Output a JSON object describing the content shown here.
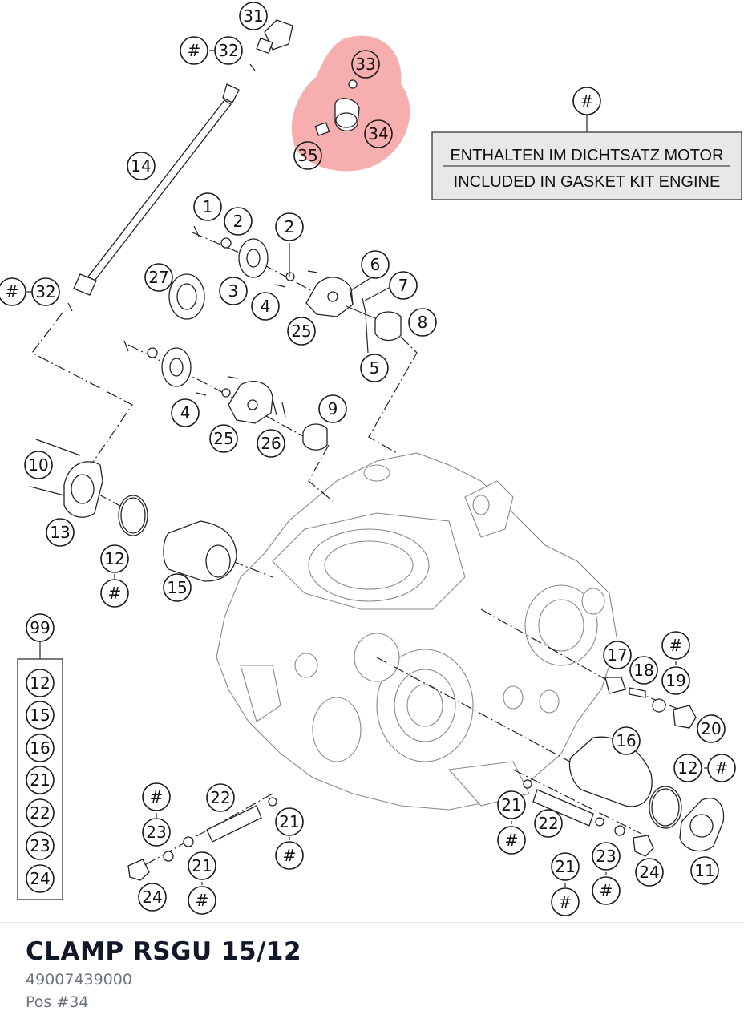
{
  "diagram": {
    "callouts": [
      "31",
      "#",
      "32",
      "33",
      "34",
      "35",
      "14",
      "1",
      "2",
      "2",
      "27",
      "3",
      "4",
      "6",
      "7",
      "8",
      "25",
      "5",
      "#",
      "32",
      "4",
      "9",
      "25",
      "26",
      "10",
      "13",
      "12",
      "#",
      "15",
      "99",
      "12",
      "15",
      "16",
      "21",
      "22",
      "23",
      "24",
      "17",
      "18",
      "#",
      "19",
      "20",
      "16",
      "12",
      "#",
      "#",
      "23",
      "22",
      "21",
      "#",
      "21",
      "22",
      "21",
      "#",
      "23",
      "24",
      "21",
      "#",
      "#",
      "24",
      "11"
    ],
    "highlighted": [
      "33",
      "34",
      "35"
    ],
    "highlight_color": "#f28b8b"
  },
  "gasket_note": {
    "callout": "#",
    "line1": "ENTHALTEN IM DICHTSATZ MOTOR",
    "line2": "INCLUDED IN GASKET KIT ENGINE"
  },
  "footer": {
    "title": "CLAMP RSGU 15/12",
    "part_number": "49007439000",
    "position": "Pos #34"
  }
}
